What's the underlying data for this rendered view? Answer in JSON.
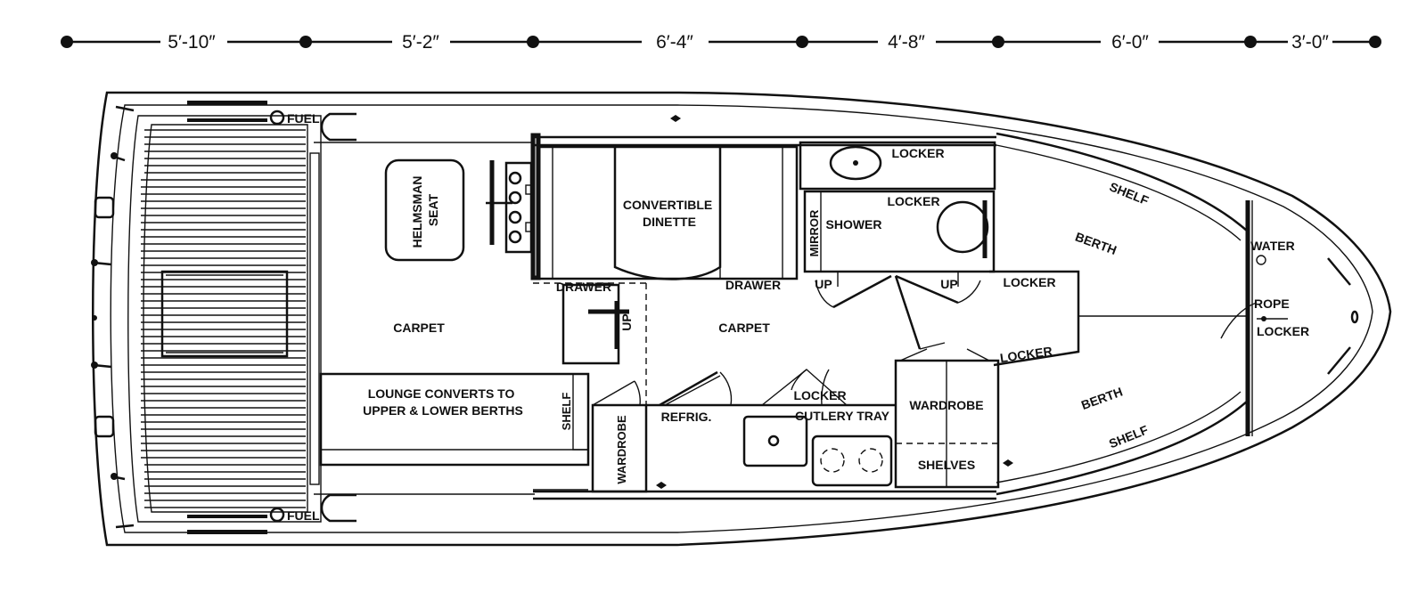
{
  "dimensions": [
    "5′-10″",
    "5′-2″",
    "6′-4″",
    "4′-8″",
    "6′-0″",
    "3′-0″"
  ],
  "labels": {
    "fuel_port": "FUEL",
    "fuel_starboard": "FUEL",
    "helmsman_seat_1": "HELMSMAN",
    "helmsman_seat_2": "SEAT",
    "carpet_aft": "CARPET",
    "lounge_1": "LOUNGE CONVERTS TO",
    "lounge_2": "UPPER & LOWER BERTHS",
    "shelf_lounge": "SHELF",
    "dinette_1": "CONVERTIBLE",
    "dinette_2": "DINETTE",
    "drawer_1": "DRAWER",
    "drawer_2": "DRAWER",
    "up_1": "UP",
    "up_2": "UP",
    "up_3": "UP",
    "carpet_main": "CARPET",
    "wardrobe_galley": "WARDROBE",
    "refrig": "REFRIG.",
    "locker_galley": "LOCKER",
    "cutlery_tray": "CUTLERY TRAY",
    "locker_head_1": "LOCKER",
    "locker_head_2": "LOCKER",
    "shower": "SHOWER",
    "mirror": "MIRROR",
    "locker_fwd_1": "LOCKER",
    "locker_fwd_2": "LOCKER",
    "wardrobe_fwd": "WARDROBE",
    "shelves": "SHELVES",
    "berth_1": "BERTH",
    "berth_2": "BERTH",
    "shelf_1": "SHELF",
    "shelf_2": "SHELF",
    "water": "WATER",
    "rope_1": "ROPE",
    "rope_2": "LOCKER"
  }
}
